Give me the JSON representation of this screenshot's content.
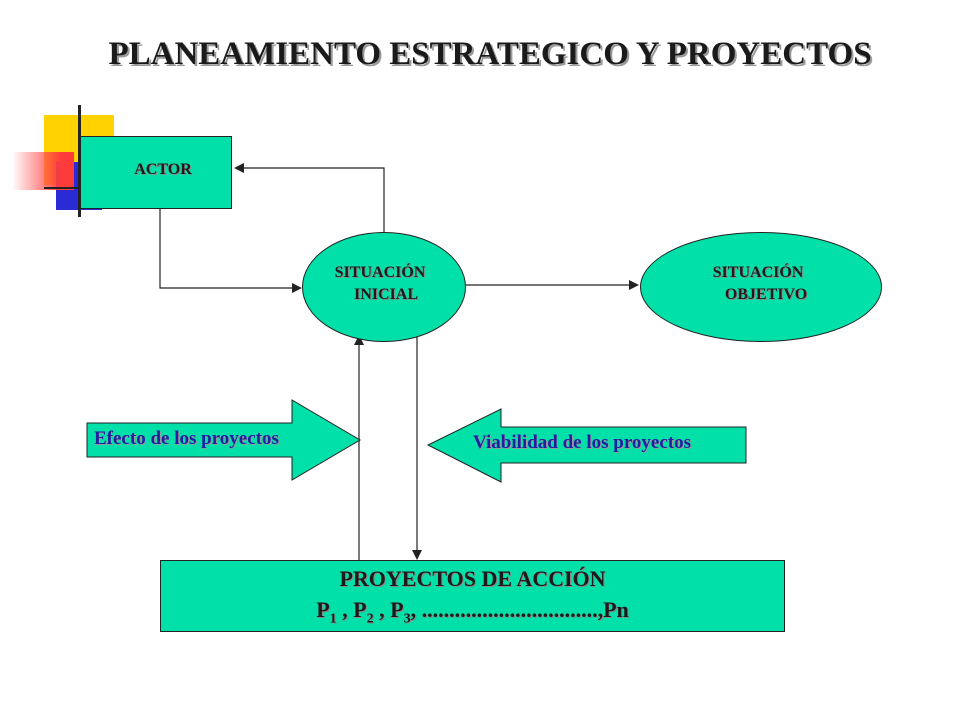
{
  "title": "PLANEAMIENTO ESTRATEGICO Y PROYECTOS",
  "nodes": {
    "actor": "ACTOR",
    "situacion_inicial": [
      "SITUACIÓN",
      "INICIAL"
    ],
    "situacion_objetivo": [
      "SITUACIÓN",
      "OBJETIVO"
    ]
  },
  "proyectos": {
    "line1": "PROYECTOS DE ACCIÓN",
    "p1": "P",
    "p1_sub": "1",
    "sep1": " , P",
    "p2_sub": "2",
    "sep2": " , P",
    "p3_sub": "3",
    "tail": ",  ................................,Pn"
  },
  "arrows": {
    "efecto": "Efecto de los proyectos",
    "viabilidad": "Viabilidad de los proyectos"
  },
  "colors": {
    "shape_fill": "#00e0a8",
    "label_text": "#1e1ea0",
    "deco_yellow": "#ffd200",
    "deco_blue": "#2b2bd6",
    "deco_red": "#ff3a3a"
  }
}
